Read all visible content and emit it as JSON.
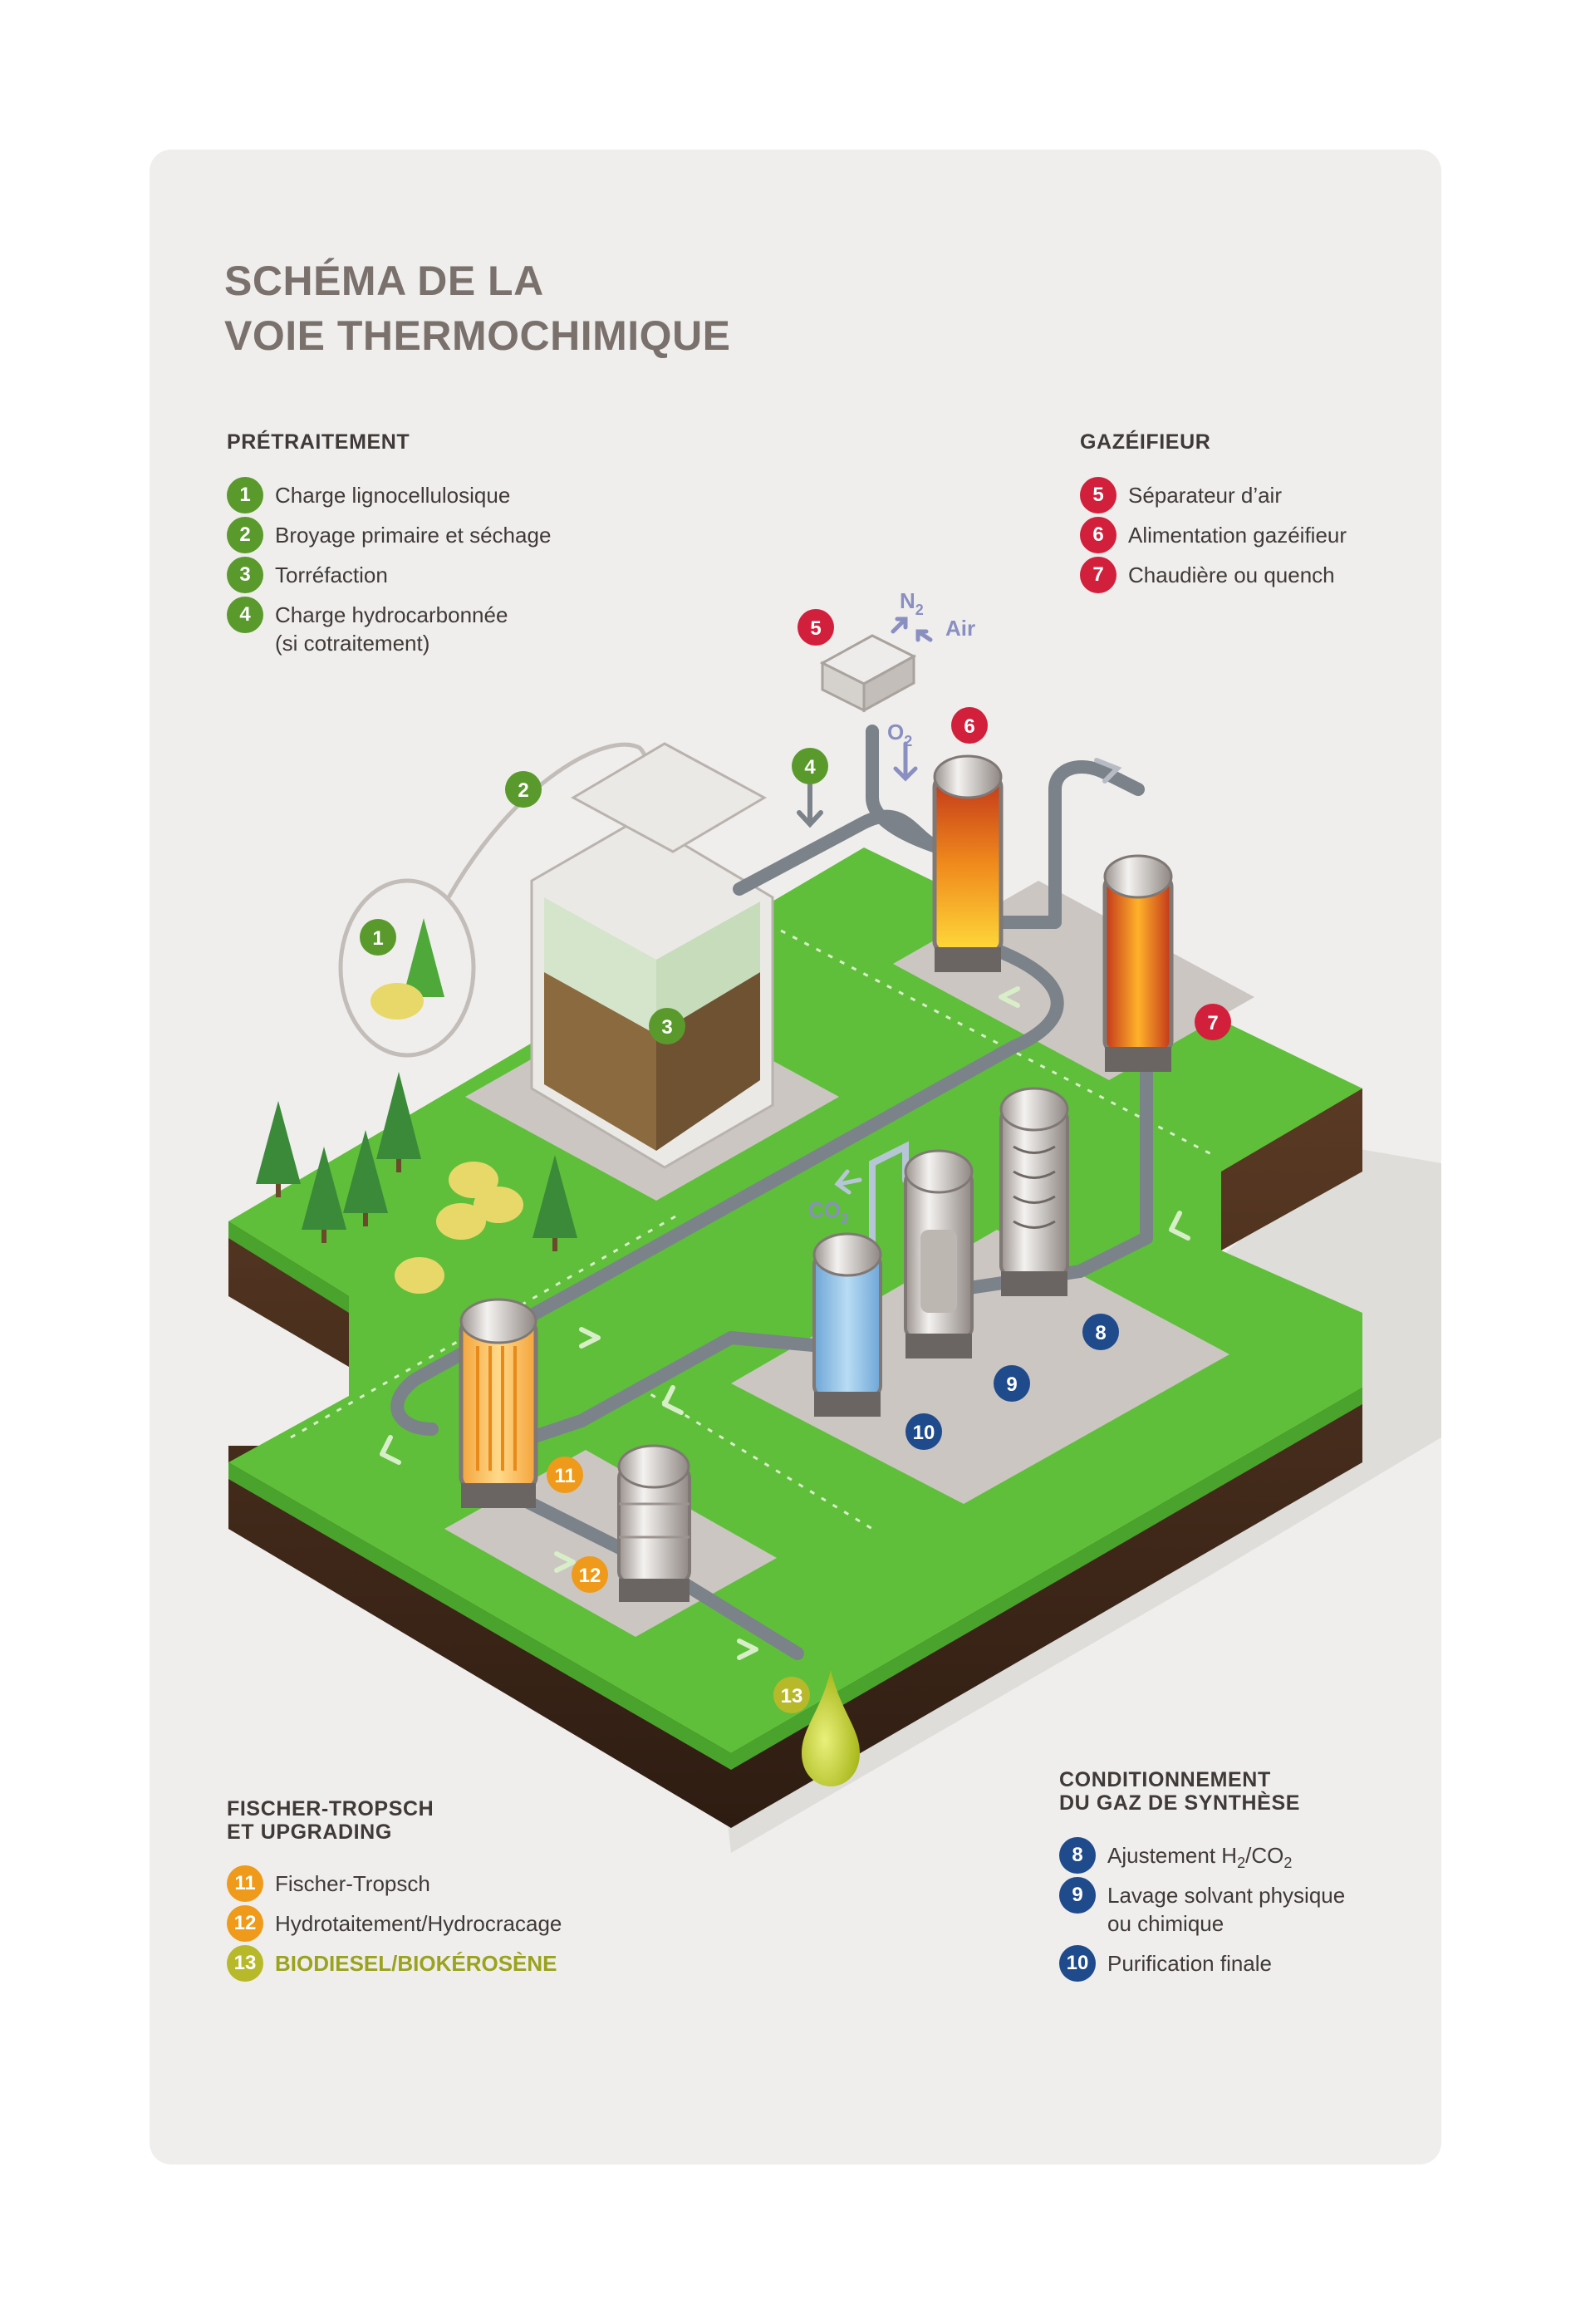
{
  "title": {
    "line1": "SCHÉMA DE LA",
    "line2": "VOIE THERMOCHIMIQUE"
  },
  "sections": {
    "pretraitement": {
      "heading": "PRÉTRAITEMENT",
      "items": [
        {
          "num": "1",
          "label": "Charge lignocellulosique"
        },
        {
          "num": "2",
          "label": "Broyage primaire et séchage"
        },
        {
          "num": "3",
          "label": "Torréfaction"
        },
        {
          "num": "4",
          "label": "Charge hydrocarbonnée",
          "label2": "(si cotraitement)"
        }
      ]
    },
    "gazeifieur": {
      "heading": "GAZÉIFIEUR",
      "items": [
        {
          "num": "5",
          "label": "Séparateur d’air"
        },
        {
          "num": "6",
          "label": "Alimentation gazéifieur"
        },
        {
          "num": "7",
          "label": "Chaudière ou quench"
        }
      ]
    },
    "fischer": {
      "heading1": "FISCHER-TROPSCH",
      "heading2": "ET UPGRADING",
      "items": [
        {
          "num": "11",
          "label": "Fischer-Tropsch"
        },
        {
          "num": "12",
          "label": "Hydrotaitement/Hydrocracage"
        },
        {
          "num": "13",
          "label": "BIODIESEL/BIOKÉROSÈNE"
        }
      ]
    },
    "conditionnement": {
      "heading1": "CONDITIONNEMENT",
      "heading2": "DU GAZ DE SYNTHÈSE",
      "items": [
        {
          "num": "8",
          "label": "Ajustement H",
          "sub1": "2",
          "mid": "/CO",
          "sub2": "2"
        },
        {
          "num": "9",
          "label": "Lavage solvant physique",
          "label2": "ou chimique"
        },
        {
          "num": "10",
          "label": "Purification finale"
        }
      ]
    }
  },
  "diagram": {
    "labels": {
      "n": "N",
      "n_sub": "2",
      "air": "Air",
      "o": "O",
      "o_sub": "2",
      "co": "CO",
      "co_sub": "2"
    },
    "markers": [
      "1",
      "2",
      "3",
      "4",
      "5",
      "6",
      "7",
      "8",
      "9",
      "10",
      "11",
      "12",
      "13"
    ]
  },
  "colors": {
    "pretraitement": "#5a9a2c",
    "gazeifieur": "#d21f3c",
    "conditionnement": "#1f4a8c",
    "fischer": "#ef9a1a",
    "product": "#b8b92a",
    "grass": "#5fbf3a",
    "soil": "#4a2e1f",
    "card": "#efeeec"
  }
}
